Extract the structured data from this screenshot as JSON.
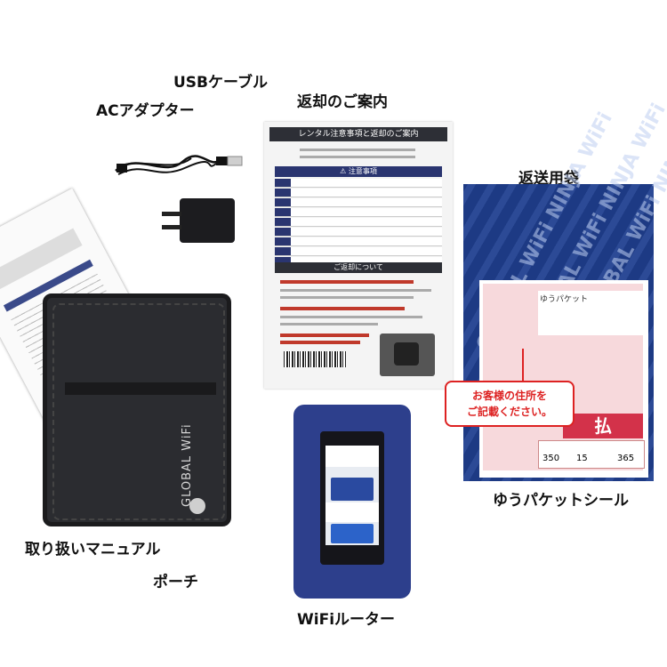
{
  "labels": {
    "usb_cable": "USBケーブル",
    "ac_adapter": "ACアダプター",
    "return_guide": "返却のご案内",
    "return_bag": "返送用袋",
    "yu_packet_seal": "ゆうパケットシール",
    "manual": "取り扱いマニュアル",
    "pouch": "ポーチ",
    "router": "WiFiルーター"
  },
  "guide_sheet": {
    "title": "レンタル注意事項と返却のご案内",
    "warning_heading": "⚠ 注意事項",
    "return_heading": "ご返却について"
  },
  "envelope": {
    "watermark": "GLOBAL WiFi NINJA WiFi",
    "label_heading": "ゆうパケット",
    "pay_mark": "払",
    "grid_values": [
      "350",
      "15",
      "365"
    ]
  },
  "callout": {
    "line1": "お客様の住所を",
    "line2": "ご記載ください。"
  },
  "pouch": {
    "brand": "GLOBAL WiFi"
  },
  "colors": {
    "envelope_blue": "#1f3f8f",
    "router_blue": "#2d3f8c",
    "callout_red": "#dd2222",
    "pouch_black": "#2b2c30"
  }
}
